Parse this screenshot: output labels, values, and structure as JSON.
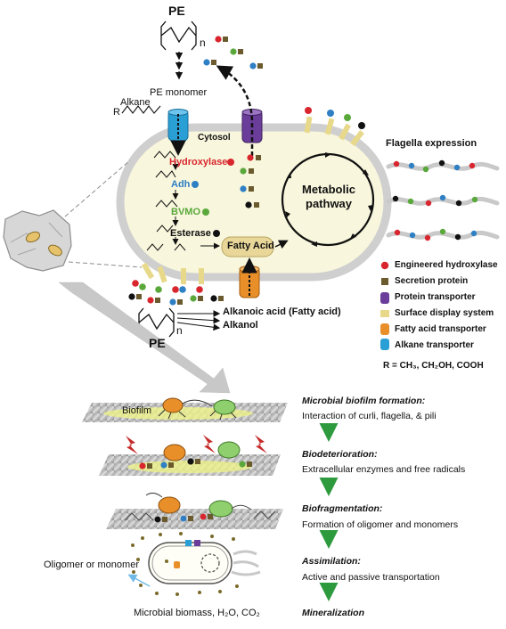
{
  "top": {
    "pe_label": "PE",
    "n_label": "n",
    "monomer_label": "PE monomer",
    "alkane_label": "Alkane",
    "r_label": "R",
    "cytosol_label": "Cytosol",
    "flagella_label": "Flagella expression"
  },
  "enzymes": {
    "hydroxylase": "Hydroxylase",
    "adh": "Adh",
    "bvmo": "BVMO",
    "esterase": "Esterase",
    "fatty_acid_box": "Fatty Acid",
    "metabolic": "Metabolic",
    "pathway": "pathway"
  },
  "products": {
    "pe_bottom": "PE",
    "n_bottom": "n",
    "alkanoic": "Alkanoic acid (Fatty acid)",
    "alkanol": "Alkanol"
  },
  "legend": {
    "items": [
      {
        "label": "Engineered hydroxylase",
        "color": "#d9262e",
        "shape": "dot"
      },
      {
        "label": "Secretion protein",
        "color": "#6b5a2e",
        "shape": "square"
      },
      {
        "label": "Protein transporter",
        "color": "#6a3d9a",
        "shape": "barrel"
      },
      {
        "label": "Surface display system",
        "color": "#e8d98a",
        "shape": "bar"
      },
      {
        "label": "Fatty acid transporter",
        "color": "#e98f2a",
        "shape": "barrel"
      },
      {
        "label": "Alkane transporter",
        "color": "#2a9fd6",
        "shape": "barrel"
      }
    ],
    "r_def": "R = CH₃, CH₂OH, COOH"
  },
  "steps": [
    {
      "title": "Microbial biofilm formation:",
      "desc": "Interaction of curli, flagella, & pili"
    },
    {
      "title": "Biodeterioration:",
      "desc": "Extracellular enzymes and free radicals"
    },
    {
      "title": "Biofragmentation:",
      "desc": "Formation of oligomer and monomers"
    },
    {
      "title": "Assimilation:",
      "desc": "Active and passive transportation"
    },
    {
      "title": "Mineralization",
      "desc": ""
    }
  ],
  "bottom": {
    "biofilm_label": "Biofilm",
    "oligomer_label": "Oligomer or monomer",
    "biomass_label": "Microbial biomass, H₂O, CO₂"
  },
  "colors": {
    "cell_fill": "#f8f6dc",
    "cell_stroke": "#c8c8c8",
    "hydroxylase": "#d9262e",
    "adh": "#2f7fc4",
    "bvmo": "#5aa83c",
    "green_arrow": "#2e9a3e",
    "secretion": "#6b5a2e"
  }
}
